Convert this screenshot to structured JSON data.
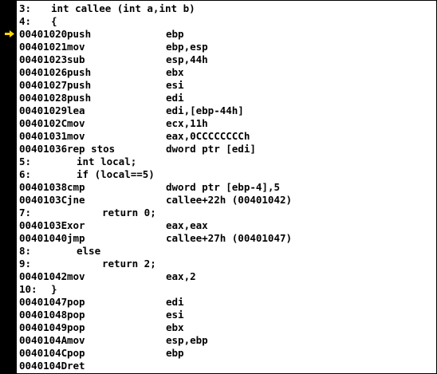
{
  "arrow_color": "#ffd700",
  "current_line_marker": "current-line-arrow-icon",
  "lines": [
    {
      "kind": "src",
      "num": "3:",
      "text": "int callee (int a,int b)",
      "indent": 0
    },
    {
      "kind": "src",
      "num": "4:",
      "text": "{",
      "indent": 0
    },
    {
      "kind": "asm",
      "addr": "00401020",
      "mnemonic": "push",
      "operands": "ebp"
    },
    {
      "kind": "asm",
      "addr": "00401021",
      "mnemonic": "mov",
      "operands": "ebp,esp"
    },
    {
      "kind": "asm",
      "addr": "00401023",
      "mnemonic": "sub",
      "operands": "esp,44h"
    },
    {
      "kind": "asm",
      "addr": "00401026",
      "mnemonic": "push",
      "operands": "ebx"
    },
    {
      "kind": "asm",
      "addr": "00401027",
      "mnemonic": "push",
      "operands": "esi"
    },
    {
      "kind": "asm",
      "addr": "00401028",
      "mnemonic": "push",
      "operands": "edi"
    },
    {
      "kind": "asm",
      "addr": "00401029",
      "mnemonic": "lea",
      "operands": "edi,[ebp-44h]"
    },
    {
      "kind": "asm",
      "addr": "0040102C",
      "mnemonic": "mov",
      "operands": "ecx,11h"
    },
    {
      "kind": "asm",
      "addr": "00401031",
      "mnemonic": "mov",
      "operands": "eax,0CCCCCCCCh"
    },
    {
      "kind": "asm",
      "addr": "00401036",
      "mnemonic": "rep stos",
      "operands": "dword ptr [edi]"
    },
    {
      "kind": "src",
      "num": "5:",
      "text": "int local;",
      "indent": 1
    },
    {
      "kind": "src",
      "num": "6:",
      "text": "if (local==5)",
      "indent": 1
    },
    {
      "kind": "asm",
      "addr": "00401038",
      "mnemonic": "cmp",
      "operands": "dword ptr [ebp-4],5"
    },
    {
      "kind": "asm",
      "addr": "0040103C",
      "mnemonic": "jne",
      "operands": "callee+22h (00401042)"
    },
    {
      "kind": "src",
      "num": "7:",
      "text": "return 0;",
      "indent": 2
    },
    {
      "kind": "asm",
      "addr": "0040103E",
      "mnemonic": "xor",
      "operands": "eax,eax"
    },
    {
      "kind": "asm",
      "addr": "00401040",
      "mnemonic": "jmp",
      "operands": "callee+27h (00401047)"
    },
    {
      "kind": "src",
      "num": "8:",
      "text": "else",
      "indent": 1
    },
    {
      "kind": "src",
      "num": "9:",
      "text": "return 2;",
      "indent": 2
    },
    {
      "kind": "asm",
      "addr": "00401042",
      "mnemonic": "mov",
      "operands": "eax,2"
    },
    {
      "kind": "src",
      "num": "10:",
      "text": "}",
      "indent": 0
    },
    {
      "kind": "asm",
      "addr": "00401047",
      "mnemonic": "pop",
      "operands": "edi"
    },
    {
      "kind": "asm",
      "addr": "00401048",
      "mnemonic": "pop",
      "operands": "esi"
    },
    {
      "kind": "asm",
      "addr": "00401049",
      "mnemonic": "pop",
      "operands": "ebx"
    },
    {
      "kind": "asm",
      "addr": "0040104A",
      "mnemonic": "mov",
      "operands": "esp,ebp"
    },
    {
      "kind": "asm",
      "addr": "0040104C",
      "mnemonic": "pop",
      "operands": "ebp"
    },
    {
      "kind": "asm",
      "addr": "0040104D",
      "mnemonic": "ret",
      "operands": ""
    }
  ]
}
